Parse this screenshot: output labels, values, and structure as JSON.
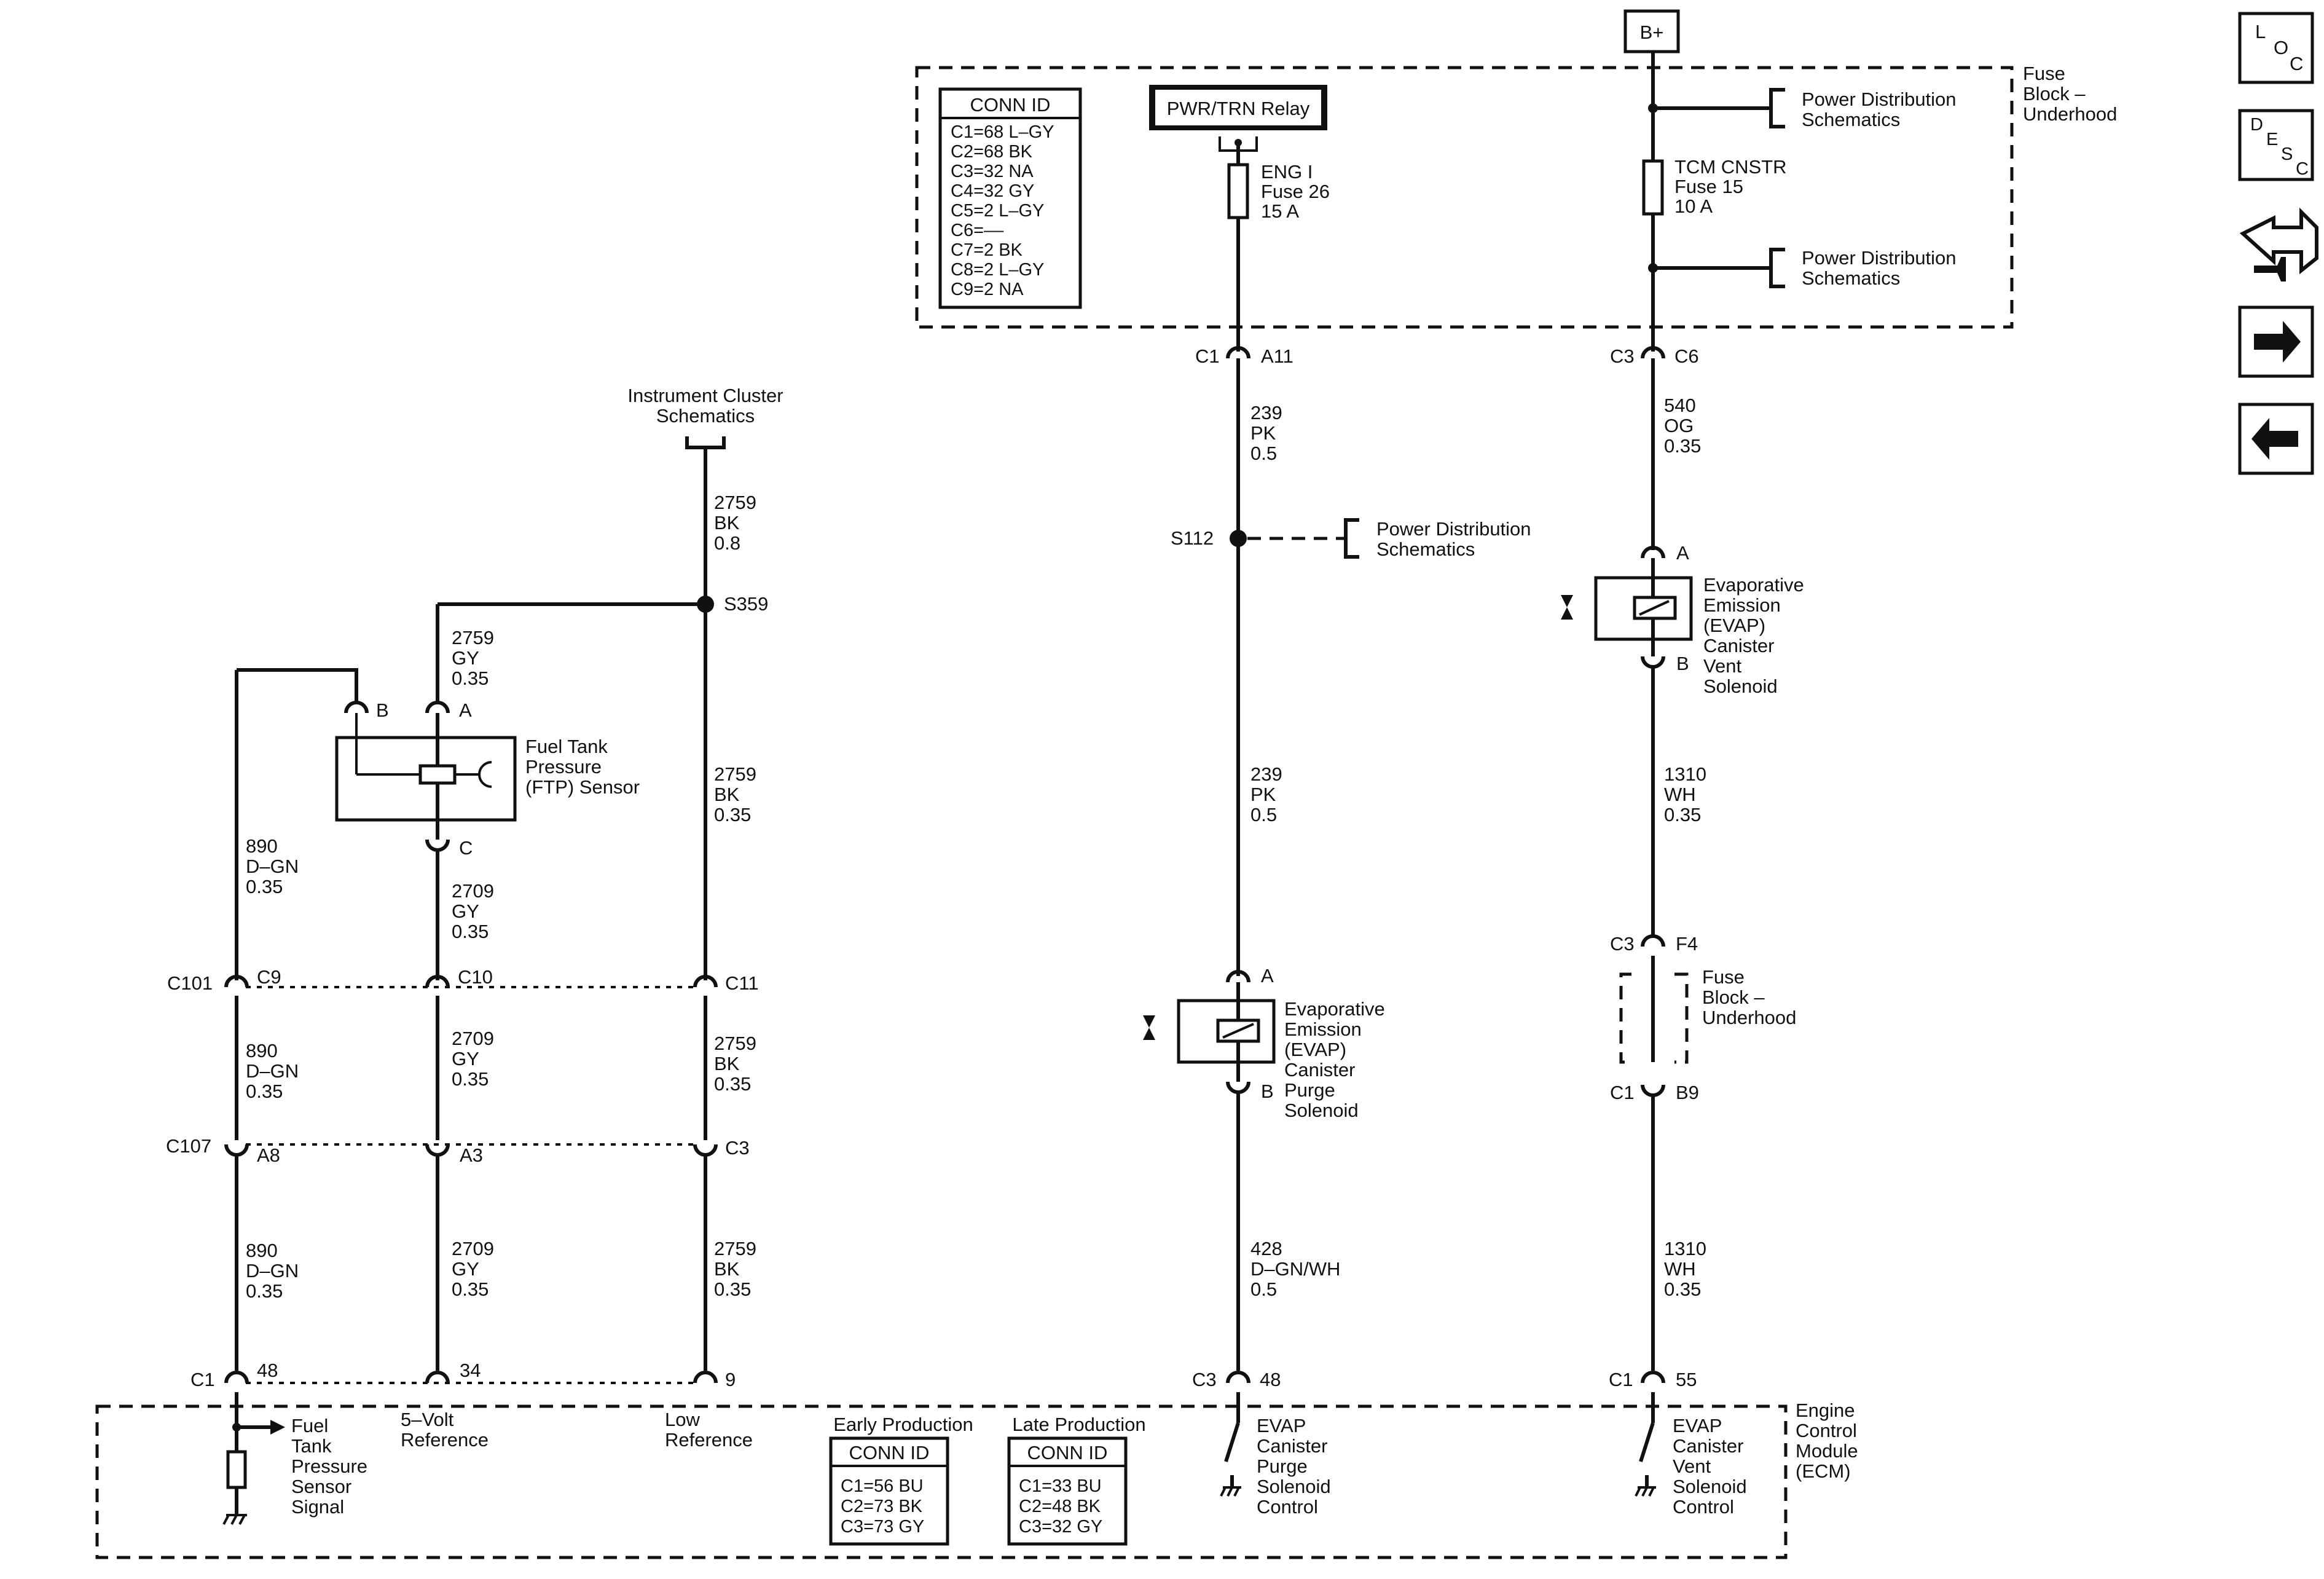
{
  "power": {
    "b_plus": "B+"
  },
  "fuse_block_top": {
    "label": [
      "Fuse",
      "Block –",
      "Underhood"
    ]
  },
  "conn_table_top": {
    "header": "CONN ID",
    "rows": [
      "C1=68 L–GY",
      "C2=68 BK",
      "C3=32 NA",
      "C4=32 GY",
      "C5=2 L–GY",
      "C6=––",
      "C7=2 BK",
      "C8=2 L–GY",
      "C9=2 NA"
    ]
  },
  "relay": {
    "label": "PWR/TRN Relay"
  },
  "fuse_eng": {
    "lines": [
      "ENG I",
      "Fuse 26",
      "15 A"
    ]
  },
  "fuse_tcm": {
    "lines": [
      "TCM CNSTR",
      "Fuse 15",
      "10 A"
    ]
  },
  "power_dist_1": [
    "Power Distribution",
    "Schematics"
  ],
  "power_dist_2": [
    "Power Distribution",
    "Schematics"
  ],
  "power_dist_3": [
    "Power Distribution",
    "Schematics"
  ],
  "connectors": {
    "c1_a11": {
      "left": "C1",
      "right": "A11"
    },
    "c3_c6": {
      "left": "C3",
      "right": "C6"
    },
    "s112": "S112",
    "s359": "S359",
    "c3_f4": {
      "left": "C3",
      "right": "F4"
    },
    "c1_b9": {
      "left": "C1",
      "right": "B9"
    },
    "c101": {
      "name": "C101",
      "pins": [
        "C9",
        "C10",
        "C11"
      ]
    },
    "c107": {
      "name": "C107",
      "pins": [
        "A8",
        "A3",
        "C3"
      ]
    },
    "ecm_c1": {
      "name": "C1",
      "pins": [
        "48",
        "34",
        "9"
      ]
    },
    "ecm_c3_48": {
      "left": "C3",
      "right": "48"
    },
    "ecm_c1_55": {
      "left": "C1",
      "right": "55"
    }
  },
  "wires": {
    "w239_top": [
      "239",
      "PK",
      "0.5"
    ],
    "w239_mid": [
      "239",
      "PK",
      "0.5"
    ],
    "w540": [
      "540",
      "OG",
      "0.35"
    ],
    "w1310_top": [
      "1310",
      "WH",
      "0.35"
    ],
    "w1310_bot": [
      "1310",
      "WH",
      "0.35"
    ],
    "w428": [
      "428",
      "D–GN/WH",
      "0.5"
    ],
    "w2759_08": [
      "2759",
      "BK",
      "0.8"
    ],
    "w2759_gy": [
      "2759",
      "GY",
      "0.35"
    ],
    "w2759_bk1": [
      "2759",
      "BK",
      "0.35"
    ],
    "w2759_bk2": [
      "2759",
      "BK",
      "0.35"
    ],
    "w2759_bk3": [
      "2759",
      "BK",
      "0.35"
    ],
    "w890_1": [
      "890",
      "D–GN",
      "0.35"
    ],
    "w890_2": [
      "890",
      "D–GN",
      "0.35"
    ],
    "w890_3": [
      "890",
      "D–GN",
      "0.35"
    ],
    "w2709_1": [
      "2709",
      "GY",
      "0.35"
    ],
    "w2709_2": [
      "2709",
      "GY",
      "0.35"
    ],
    "w2709_3": [
      "2709",
      "GY",
      "0.35"
    ]
  },
  "instrument_cluster": [
    "Instrument Cluster",
    "Schematics"
  ],
  "ftp_sensor": {
    "label": [
      "Fuel Tank",
      "Pressure",
      "(FTP) Sensor"
    ],
    "pins": [
      "B",
      "A",
      "C"
    ]
  },
  "evap_vent": {
    "label": [
      "Evaporative",
      "Emission",
      "(EVAP)",
      "Canister",
      "Vent",
      "Solenoid"
    ],
    "pins": [
      "A",
      "B"
    ]
  },
  "evap_purge": {
    "label": [
      "Evaporative",
      "Emission",
      "(EVAP)",
      "Canister",
      "Purge",
      "Solenoid"
    ],
    "pins": [
      "A",
      "B"
    ]
  },
  "fuse_block_mid": [
    "Fuse",
    "Block –",
    "Underhood"
  ],
  "ecm": {
    "label": [
      "Engine",
      "Control",
      "Module",
      "(ECM)"
    ],
    "ftp_signal": [
      "Fuel",
      "Tank",
      "Pressure",
      "Sensor",
      "Signal"
    ],
    "ref5v": [
      "5–Volt",
      "Reference"
    ],
    "low_ref": [
      "Low",
      "Reference"
    ],
    "purge_ctrl": [
      "EVAP",
      "Canister",
      "Purge",
      "Solenoid",
      "Control"
    ],
    "vent_ctrl": [
      "EVAP",
      "Canister",
      "Vent",
      "Solenoid",
      "Control"
    ],
    "early": {
      "title": "Early Production",
      "header": "CONN ID",
      "rows": [
        "C1=56 BU",
        "C2=73 BK",
        "C3=73 GY"
      ]
    },
    "late": {
      "title": "Late Production",
      "header": "CONN ID",
      "rows": [
        "C1=33 BU",
        "C2=48 BK",
        "C3=32 GY"
      ]
    }
  },
  "nav": {
    "loc": {
      "letters": [
        "L",
        "O",
        "C"
      ]
    },
    "desc": {
      "letters": [
        "D",
        "E",
        "S",
        "C"
      ]
    }
  }
}
